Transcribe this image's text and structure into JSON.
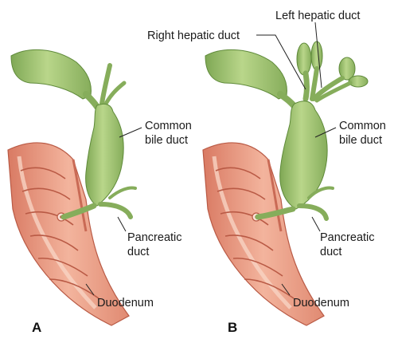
{
  "panels": {
    "a": {
      "letter": "A",
      "labels": {
        "common_bile_duct_1": "Common",
        "common_bile_duct_2": "bile duct",
        "pancreatic_duct_1": "Pancreatic",
        "pancreatic_duct_2": "duct",
        "duodenum": "Duodenum"
      }
    },
    "b": {
      "letter": "B",
      "labels": {
        "right_hepatic_duct": "Right hepatic duct",
        "left_hepatic_duct": "Left hepatic duct",
        "common_bile_duct_1": "Common",
        "common_bile_duct_2": "bile duct",
        "pancreatic_duct_1": "Pancreatic",
        "pancreatic_duct_2": "duct",
        "duodenum": "Duodenum"
      }
    }
  },
  "colors": {
    "duct_green": "#a9c878",
    "duct_dark": "#6f9a48",
    "duodenum_pink": "#e8977f",
    "duodenum_light": "#f6c6b2",
    "duodenum_dark": "#c4634f"
  }
}
